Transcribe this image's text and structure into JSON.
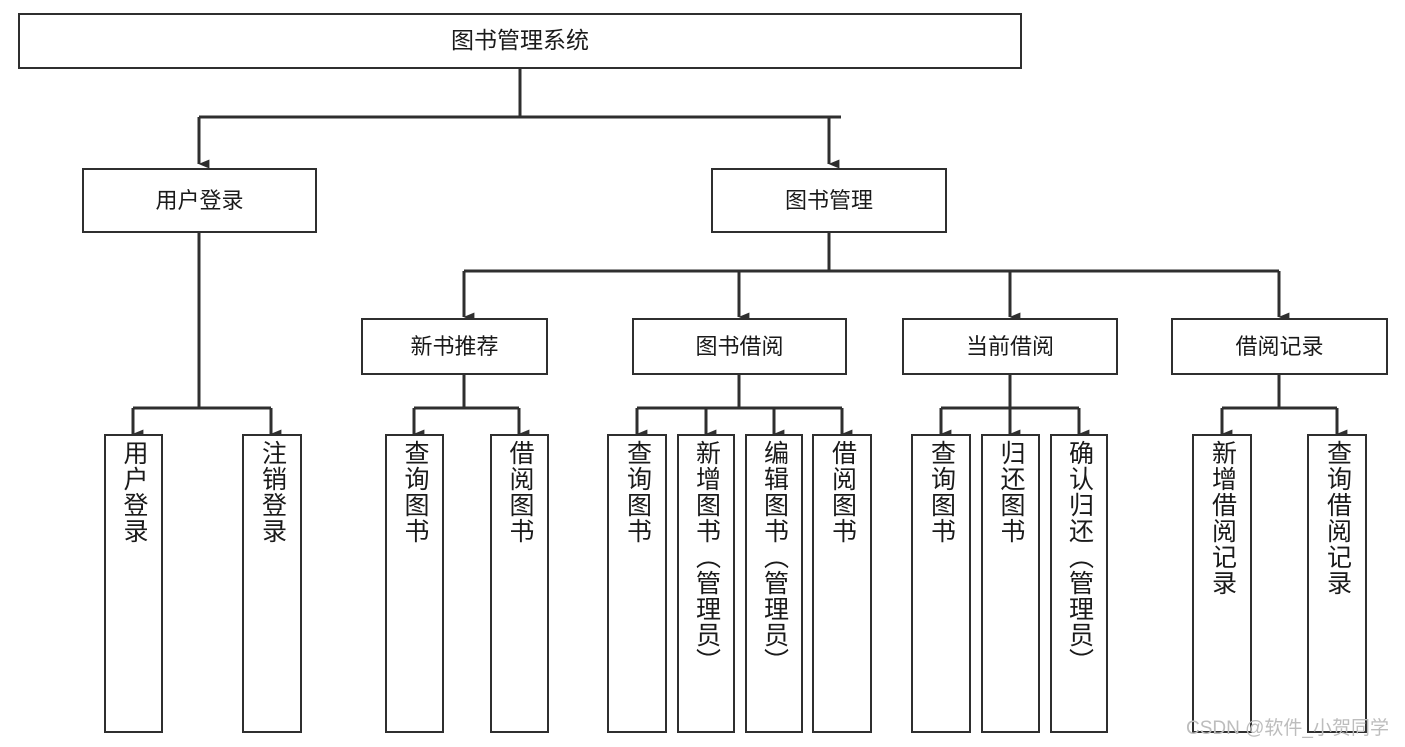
{
  "diagram": {
    "title": "图书管理系统",
    "type": "hierarchy-tree",
    "root": {
      "label": "图书管理系统"
    },
    "level2": [
      {
        "label": "用户登录"
      },
      {
        "label": "图书管理"
      }
    ],
    "level3": [
      {
        "label": "新书推荐"
      },
      {
        "label": "图书借阅"
      },
      {
        "label": "当前借阅"
      },
      {
        "label": "借阅记录"
      }
    ],
    "leaves": {
      "user_login": [
        {
          "label": "用户登录"
        },
        {
          "label": "注销登录"
        }
      ],
      "new_book_recommend": [
        {
          "label": "查询图书"
        },
        {
          "label": "借阅图书"
        }
      ],
      "book_borrow": [
        {
          "label": "查询图书"
        },
        {
          "label": "新增图书（管理员）"
        },
        {
          "label": "编辑图书（管理员）"
        },
        {
          "label": "借阅图书"
        }
      ],
      "current_borrow": [
        {
          "label": "查询图书"
        },
        {
          "label": "归还图书"
        },
        {
          "label": "确认归还（管理员）"
        }
      ],
      "borrow_record": [
        {
          "label": "新增借阅记录"
        },
        {
          "label": "查询借阅记录"
        }
      ]
    }
  },
  "watermark": {
    "text": "CSDN @软件_小贺同学"
  },
  "colors": {
    "border": "#2f2f2f",
    "background": "#ffffff",
    "text": "#1a1a1a",
    "watermark": "#bdbdbd"
  }
}
